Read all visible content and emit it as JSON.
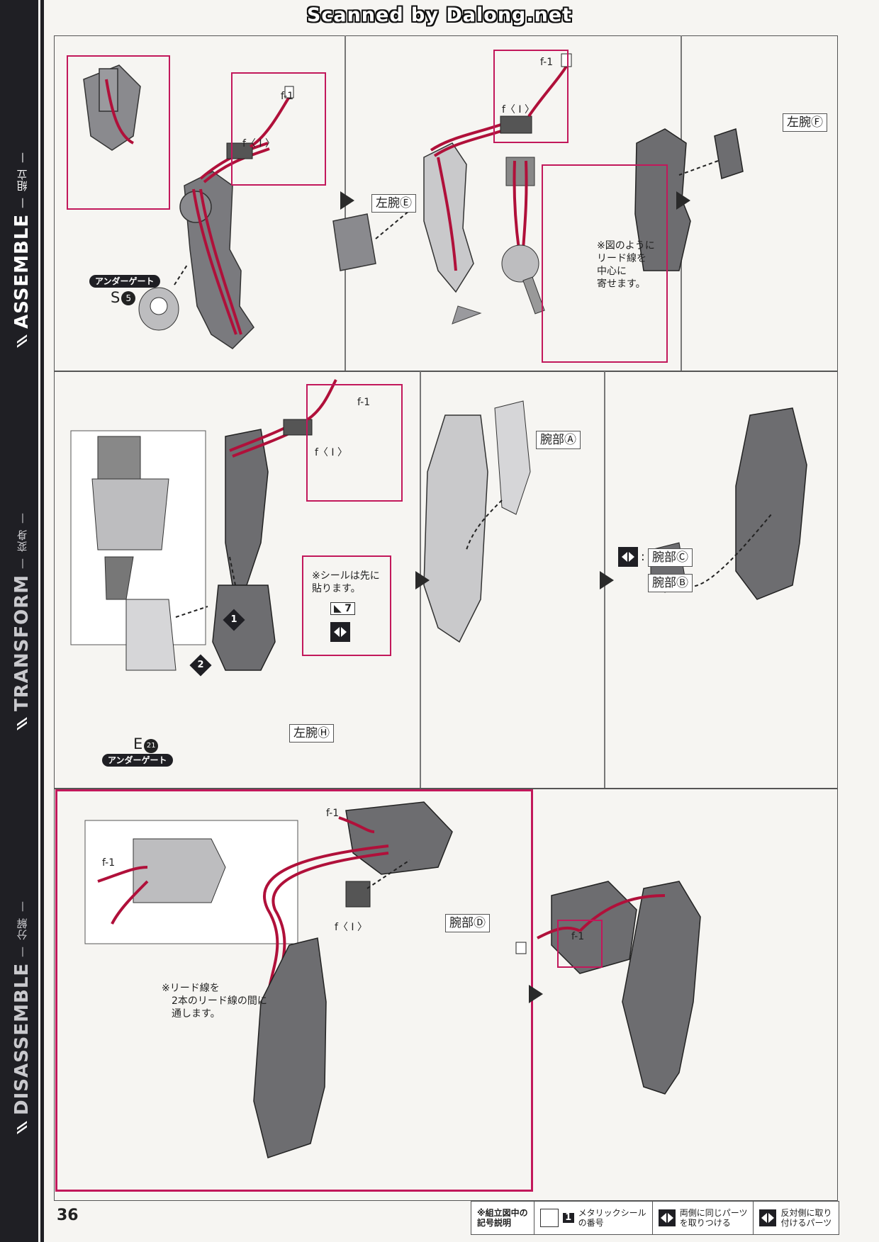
{
  "scan_credit": "Scanned by Dalong.net",
  "sidebar": {
    "sections": [
      {
        "en": "ASSEMBLE",
        "jp": "組立"
      },
      {
        "en": "TRANSFORM",
        "jp": "変身"
      },
      {
        "en": "DISASSEMBLE",
        "jp": "分解"
      }
    ]
  },
  "row1": {
    "panel1": {
      "wire_end": "f-1",
      "connector": "f〈 I 〉",
      "gate_badge": "アンダーゲート",
      "part_code": "S",
      "part_num": "5"
    },
    "panel2": {
      "part_label": "左腕Ⓔ",
      "wire_end": "f-1",
      "connector": "f〈 I 〉",
      "note": [
        "※図のように",
        "リード線を",
        "中心に",
        "寄せます。"
      ]
    },
    "panel3": {
      "part_label": "左腕Ⓕ"
    }
  },
  "row2": {
    "panel1": {
      "wire_end": "f-1",
      "connector": "f〈 I 〉",
      "seal_note": [
        "※シールは先に",
        "貼ります。"
      ],
      "seal_num": "7",
      "step1": "1",
      "step2": "2",
      "part_code": "E",
      "part_num": "21",
      "gate_badge": "アンダーゲート",
      "part_label": "左腕Ⓗ"
    },
    "panel2": {
      "part_label": "腕部Ⓐ"
    },
    "panel3": {
      "part_label_c": "腕部Ⓒ",
      "part_label_b": "腕部Ⓑ",
      "colon": ":"
    }
  },
  "row3": {
    "panel1": {
      "wire_end_top": "f-1",
      "wire_end_callout": "f-1",
      "connector": "f〈 I 〉",
      "part_label": "腕部Ⓓ",
      "note": [
        "※リード線を",
        "2本のリード線の間に",
        "通します。"
      ]
    },
    "panel2": {
      "wire_end": "f-1"
    }
  },
  "footer": {
    "page_number": "36",
    "legend_head": [
      "※組立図中の",
      "記号説明"
    ],
    "legend_items": [
      {
        "num": "1",
        "text": [
          "メタリックシール",
          "の番号"
        ]
      },
      {
        "text": [
          "両側に同じパーツ",
          "を取りつける"
        ]
      },
      {
        "text": [
          "反対側に取り",
          "付けるパーツ"
        ]
      }
    ]
  },
  "colors": {
    "accent_magenta": "#c2185b",
    "wire_red": "#b0103a",
    "part_gray": "#6d6d70",
    "sideband": "#1f1f24"
  }
}
